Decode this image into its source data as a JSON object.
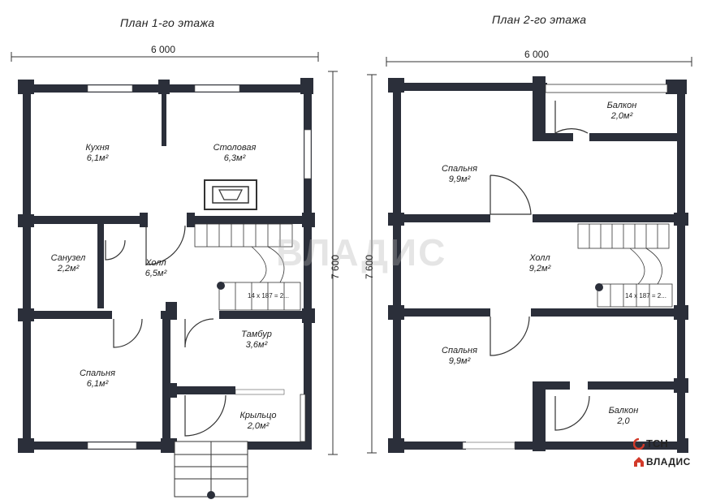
{
  "titles": {
    "floor1": "План 1-го этажа",
    "floor2": "План 2-го этажа"
  },
  "dimensions": {
    "width1": "6 000",
    "width2": "6 000",
    "height1": "7 600",
    "height2": "7 600"
  },
  "floor1_rooms": {
    "kitchen": {
      "name": "Кухня",
      "area": "6,1м²"
    },
    "dining": {
      "name": "Столовая",
      "area": "6,3м²"
    },
    "bathroom": {
      "name": "Санузел",
      "area": "2,2м²"
    },
    "hall": {
      "name": "Холл",
      "area": "6,5м²"
    },
    "vestibule": {
      "name": "Тамбур",
      "area": "3,6м²"
    },
    "bedroom": {
      "name": "Спальня",
      "area": "6,1м²"
    },
    "porch": {
      "name": "Крыльцо",
      "area": "2,0м²"
    }
  },
  "floor2_rooms": {
    "balcony_top": {
      "name": "Балкон",
      "area": "2,0м²"
    },
    "bedroom_top": {
      "name": "Спальня",
      "area": "9,9м²"
    },
    "hall": {
      "name": "Холл",
      "area": "9,2м²"
    },
    "bedroom_bottom": {
      "name": "Спальня",
      "area": "9,9м²"
    },
    "balcony_bottom": {
      "name": "Балкон",
      "area": "2,0"
    }
  },
  "stairs": {
    "label1": "14 x 187 = 2...",
    "label2": "14 x 187 = 2..."
  },
  "watermark": "ВЛАДИС",
  "logo": {
    "line1": "ТСН",
    "line2": "ВЛАДИС"
  },
  "colors": {
    "wall": "#2b2f3a",
    "logo_red": "#d23a2a"
  }
}
